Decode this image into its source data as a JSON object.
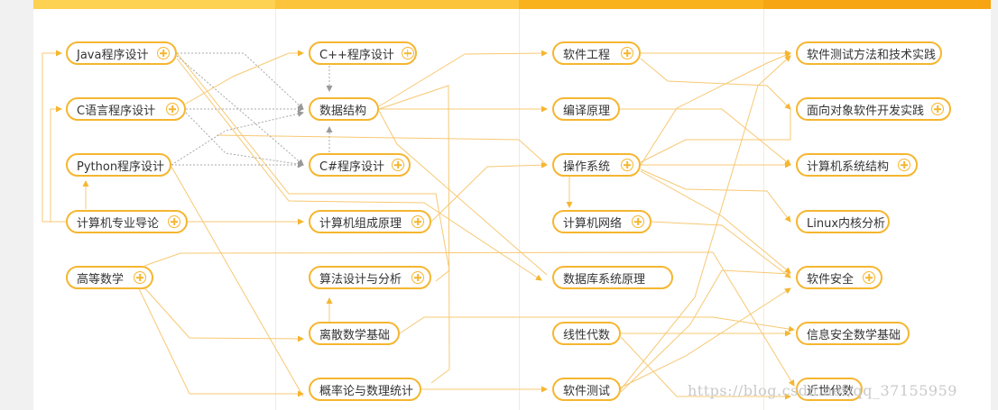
{
  "colors": {
    "column_bars": [
      "#fdd152",
      "#fcc43a",
      "#f9b21c",
      "#f7a512"
    ],
    "node_border": "#f5b630",
    "solid_line": "#f7c873",
    "dashed_line": "#a8a8a8"
  },
  "nodes": {
    "java": "Java程序设计",
    "c": "C语言程序设计",
    "python": "Python程序设计",
    "intro": "计算机专业导论",
    "math": "高等数学",
    "cpp": "C++程序设计",
    "ds": "数据结构",
    "csharp": "C#程序设计",
    "coa": "计算机组成原理",
    "algo": "算法设计与分析",
    "discrete": "离散数学基础",
    "prob": "概率论与数理统计",
    "se": "软件工程",
    "compiler": "编译原理",
    "os": "操作系统",
    "net": "计算机网络",
    "db": "数据库系统原理",
    "linalg": "线性代数",
    "test": "软件测试",
    "testing_tech": "软件测试方法和技术实践",
    "oop": "面向对象软件开发实践",
    "arch": "计算机系统结构",
    "linux": "Linux内核分析",
    "security": "软件安全",
    "infosec_math": "信息安全数学基础",
    "modern_algebra": "近世代数"
  },
  "watermark": "https://blog.csdn.net/qq_37155959"
}
